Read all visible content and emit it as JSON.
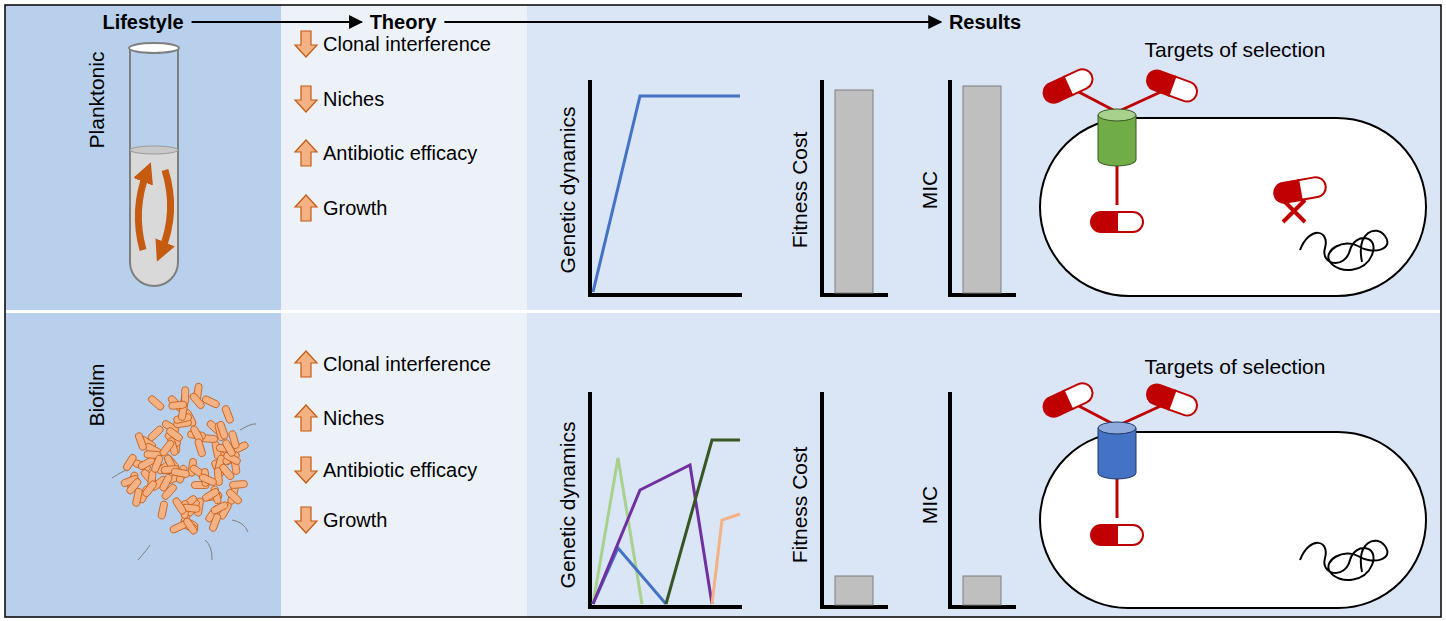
{
  "diagram": {
    "nodes": [
      {
        "text": [
          "Lifestyle"
        ]
      },
      {
        "text": [
          "Theory"
        ]
      },
      {
        "text": [
          "Results"
        ]
      }
    ],
    "edges": [
      {
        "from": 0,
        "to": 1,
        "arrow": "to"
      },
      {
        "from": 1,
        "to": 2,
        "arrow": "to"
      }
    ],
    "labels": [
      "Planktonic",
      "Clonal interference",
      "Niches",
      "Antibiotic efficacy",
      "Growth",
      "Genetic dynamics",
      "Fitness Cost",
      "MIC",
      "Targets of selection",
      "Biofilm",
      "Clonal interference",
      "Niches",
      "Antibiotic efficacy",
      "Growth",
      "Genetic dynamics",
      "Fitness Cost",
      "MIC",
      "Targets of selection"
    ]
  }
}
